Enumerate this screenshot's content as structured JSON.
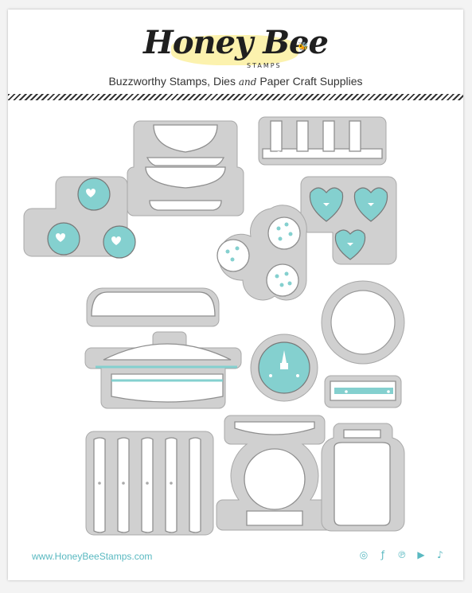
{
  "brand": {
    "name": "Honey Bee",
    "sub": "STAMPS",
    "tagline_pre": "Buzzworthy Stamps, Dies",
    "tagline_and": "and",
    "tagline_post": "Paper Craft Supplies"
  },
  "footer": {
    "url": "www.HoneyBeeStamps.com",
    "icons": [
      "instagram-icon",
      "facebook-icon",
      "pinterest-icon",
      "youtube-icon",
      "tiktok-icon"
    ]
  },
  "colors": {
    "die": "#c9c9c9",
    "die_outline": "#9a9a9a",
    "accent": "#7fcfcf"
  }
}
